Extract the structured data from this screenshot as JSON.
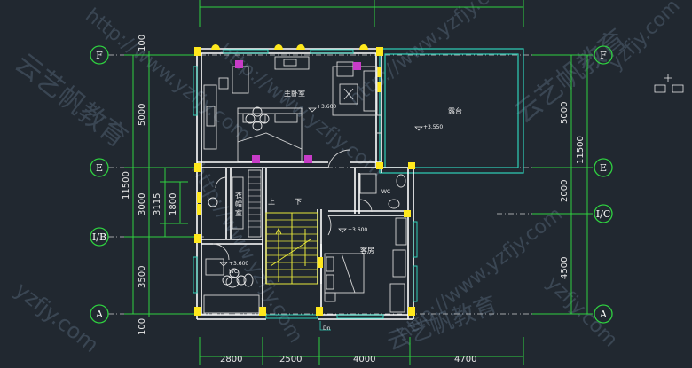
{
  "grid_left": {
    "F": "F",
    "E": "E",
    "IB": "I/B",
    "A": "A"
  },
  "grid_right": {
    "F": "F",
    "E": "E",
    "IC": "I/C",
    "A": "A"
  },
  "dims_bottom": [
    "2800",
    "2500",
    "4000",
    "4700"
  ],
  "dims_left": {
    "top_100": "100",
    "d5000": "5000",
    "d11500": "11500",
    "d3000": "3000",
    "d3115": "3115",
    "d1800": "1800",
    "d3500": "3500",
    "bottom_100": "100"
  },
  "dims_right": {
    "d5000": "5000",
    "d11500": "11500",
    "d2000": "2000",
    "d4500": "4500"
  },
  "rooms": {
    "master_bedroom": "主卧室",
    "terrace": "露台",
    "guest_room": "客房",
    "closet_a": "衣",
    "closet_b": "帽",
    "closet_c": "室",
    "wc_right": "WC",
    "wc_left": "WC",
    "stair_up": "上",
    "stair_down": "下"
  },
  "levels": {
    "master": "+3.600",
    "terrace": "+3.550",
    "guest": "+3.600",
    "bath": "+3.600"
  },
  "markers": {
    "dn": "Dn"
  },
  "watermarks": [
    "http://www.yzfjy.com",
    "云艺帆教育",
    "yzfjy.com"
  ],
  "colors": {
    "background": "#212830",
    "wall": "#ffffff",
    "column": "#ffe81c",
    "window": "#2fd0b8",
    "dimension": "#2fd140",
    "stair": "#e8e83a",
    "furniture": "#d7d7d7",
    "marker": "#c83cc8"
  }
}
